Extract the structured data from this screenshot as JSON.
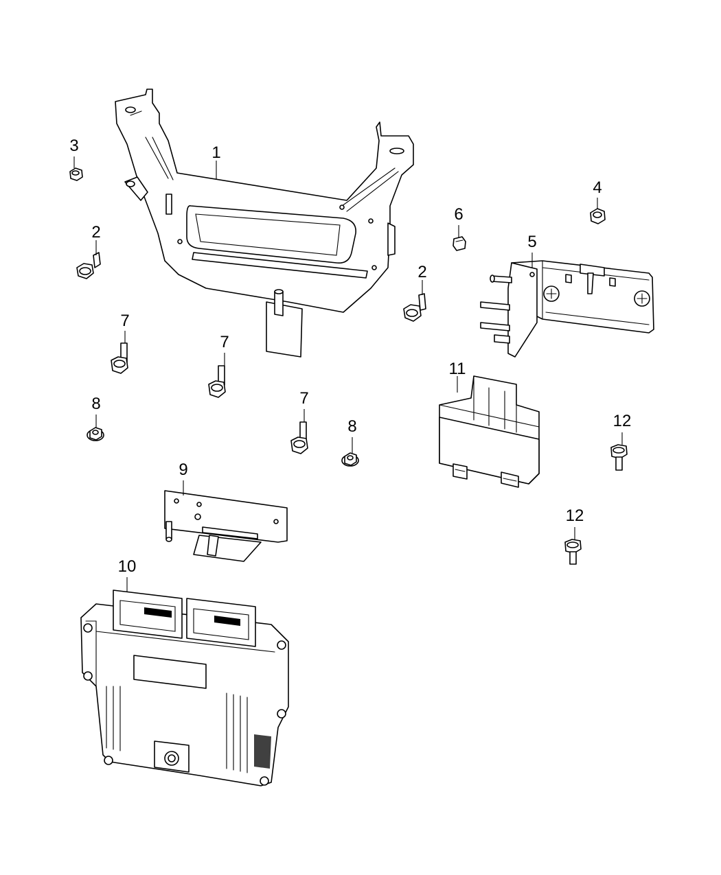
{
  "callouts": [
    {
      "id": "c1",
      "label": "1"
    },
    {
      "id": "c2a",
      "label": "2"
    },
    {
      "id": "c2b",
      "label": "2"
    },
    {
      "id": "c3",
      "label": "3"
    },
    {
      "id": "c4",
      "label": "4"
    },
    {
      "id": "c5",
      "label": "5"
    },
    {
      "id": "c6",
      "label": "6"
    },
    {
      "id": "c7a",
      "label": "7"
    },
    {
      "id": "c7b",
      "label": "7"
    },
    {
      "id": "c7c",
      "label": "7"
    },
    {
      "id": "c8a",
      "label": "8"
    },
    {
      "id": "c8b",
      "label": "8"
    },
    {
      "id": "c9",
      "label": "9"
    },
    {
      "id": "c10",
      "label": "10"
    },
    {
      "id": "c11",
      "label": "11"
    },
    {
      "id": "c12a",
      "label": "12"
    },
    {
      "id": "c12b",
      "label": "12"
    }
  ],
  "colors": {
    "line": "#000000",
    "background": "#ffffff"
  }
}
